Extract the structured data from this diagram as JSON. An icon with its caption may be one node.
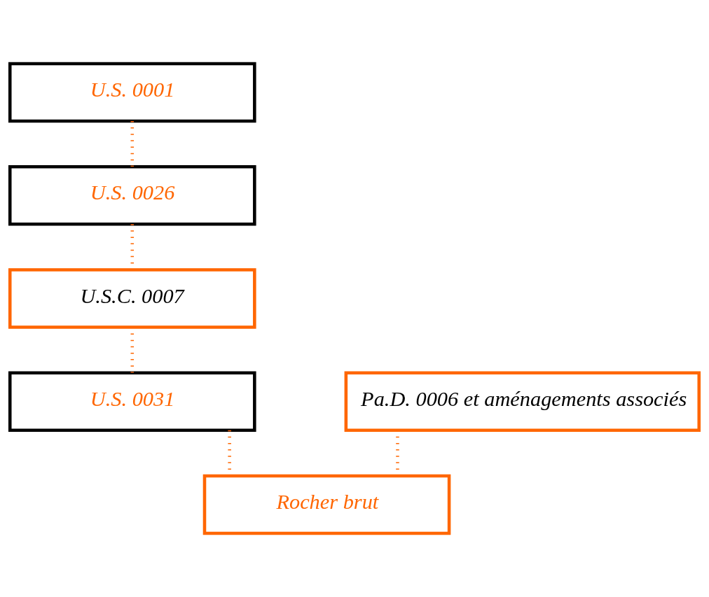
{
  "diagram": {
    "nodes": [
      {
        "text": [
          "U.S. 0001"
        ]
      },
      {
        "text": [
          "U.S. 0026"
        ]
      },
      {
        "text": [
          "U.S.C. 0007"
        ]
      },
      {
        "text": [
          "U.S. 0031"
        ]
      },
      {
        "text": [
          "Pa.D. 0006 et aménagements associés"
        ]
      },
      {
        "text": [
          "Rocher brut"
        ]
      }
    ],
    "edges": [
      {
        "from": 0,
        "to": 1,
        "arrow": "none"
      },
      {
        "from": 1,
        "to": 2,
        "arrow": "none"
      },
      {
        "from": 2,
        "to": 3,
        "arrow": "none"
      },
      {
        "from": 3,
        "to": 5,
        "arrow": "none"
      },
      {
        "from": 4,
        "to": 5,
        "arrow": "none"
      }
    ]
  }
}
